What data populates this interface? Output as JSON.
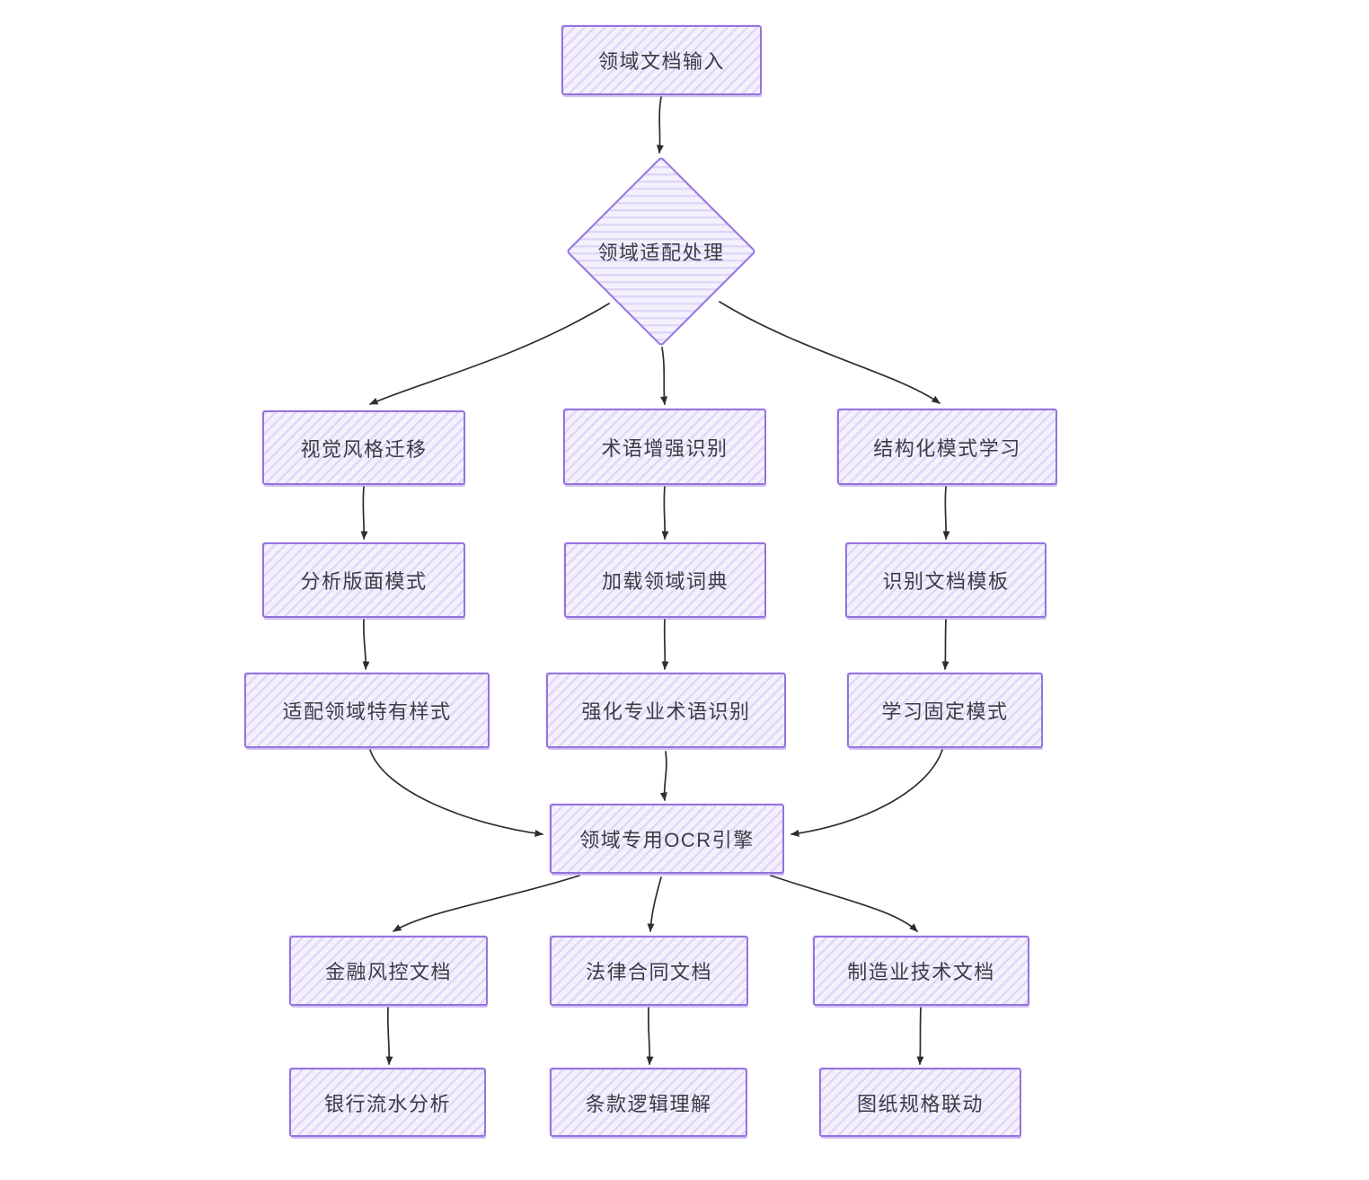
{
  "diagram": {
    "type": "flowchart",
    "style": "hand-drawn-sketch",
    "colors": {
      "node_border": "#9673e0",
      "node_fill_hatch": "#d9d1f6",
      "node_fill_base": "#f3f0fd",
      "arrow": "#2d2d2d",
      "text": "#3c3c45",
      "background": "#ffffff"
    },
    "nodes": {
      "input": {
        "label": "领域文档输入",
        "shape": "rect"
      },
      "decision": {
        "label": "领域适配处理",
        "shape": "diamond"
      },
      "visual_style": {
        "label": "视觉风格迁移",
        "shape": "rect"
      },
      "term_enhance": {
        "label": "术语增强识别",
        "shape": "rect"
      },
      "struct_learn": {
        "label": "结构化模式学习",
        "shape": "rect"
      },
      "layout_analyze": {
        "label": "分析版面模式",
        "shape": "rect"
      },
      "load_dict": {
        "label": "加载领域词典",
        "shape": "rect"
      },
      "doc_template": {
        "label": "识别文档模板",
        "shape": "rect"
      },
      "adapt_style": {
        "label": "适配领域特有样式",
        "shape": "rect"
      },
      "strengthen_term": {
        "label": "强化专业术语识别",
        "shape": "rect"
      },
      "fixed_pattern": {
        "label": "学习固定模式",
        "shape": "rect"
      },
      "ocr_engine": {
        "label": "领域专用OCR引擎",
        "shape": "rect"
      },
      "finance_doc": {
        "label": "金融风控文档",
        "shape": "rect"
      },
      "legal_doc": {
        "label": "法律合同文档",
        "shape": "rect"
      },
      "manufacture_doc": {
        "label": "制造业技术文档",
        "shape": "rect"
      },
      "bank_flow": {
        "label": "银行流水分析",
        "shape": "rect"
      },
      "clause_logic": {
        "label": "条款逻辑理解",
        "shape": "rect"
      },
      "drawing_spec": {
        "label": "图纸规格联动",
        "shape": "rect"
      }
    },
    "edges": [
      {
        "from": "input",
        "to": "decision"
      },
      {
        "from": "decision",
        "to": "visual_style"
      },
      {
        "from": "decision",
        "to": "term_enhance"
      },
      {
        "from": "decision",
        "to": "struct_learn"
      },
      {
        "from": "visual_style",
        "to": "layout_analyze"
      },
      {
        "from": "term_enhance",
        "to": "load_dict"
      },
      {
        "from": "struct_learn",
        "to": "doc_template"
      },
      {
        "from": "layout_analyze",
        "to": "adapt_style"
      },
      {
        "from": "load_dict",
        "to": "strengthen_term"
      },
      {
        "from": "doc_template",
        "to": "fixed_pattern"
      },
      {
        "from": "adapt_style",
        "to": "ocr_engine"
      },
      {
        "from": "strengthen_term",
        "to": "ocr_engine"
      },
      {
        "from": "fixed_pattern",
        "to": "ocr_engine"
      },
      {
        "from": "ocr_engine",
        "to": "finance_doc"
      },
      {
        "from": "ocr_engine",
        "to": "legal_doc"
      },
      {
        "from": "ocr_engine",
        "to": "manufacture_doc"
      },
      {
        "from": "finance_doc",
        "to": "bank_flow"
      },
      {
        "from": "legal_doc",
        "to": "clause_logic"
      },
      {
        "from": "manufacture_doc",
        "to": "drawing_spec"
      }
    ]
  }
}
